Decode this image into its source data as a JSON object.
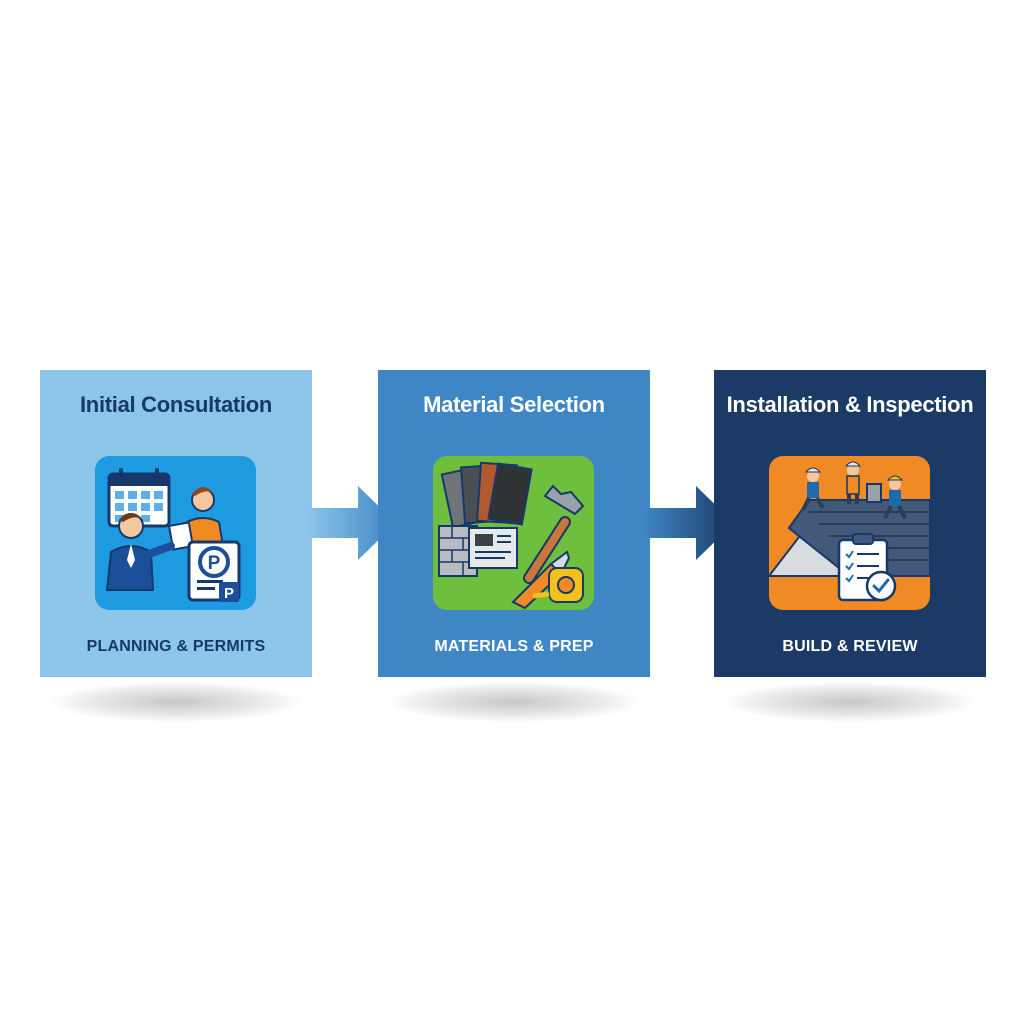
{
  "steps": [
    {
      "title": "Initial Consultation",
      "caption": "PLANNING & PERMITS",
      "icon": "consultation-illustration",
      "color": "#8ec6ea"
    },
    {
      "title": "Material Selection",
      "caption": "MATERIALS & PREP",
      "icon": "materials-tools-illustration",
      "color": "#3e86c4"
    },
    {
      "title": "Installation & Inspection",
      "caption": "BUILD & REVIEW",
      "icon": "roof-installation-illustration",
      "color": "#1b3a66"
    }
  ],
  "accent_colors": {
    "orange": "#f08a24",
    "green": "#6fbf3f",
    "bright_blue": "#1e9be0"
  }
}
